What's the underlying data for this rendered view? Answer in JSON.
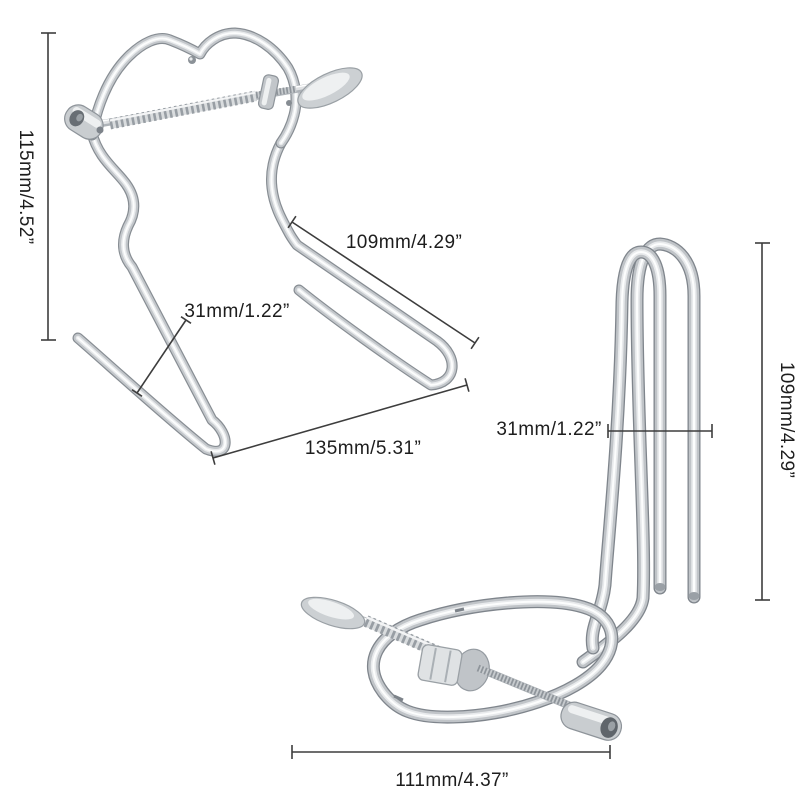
{
  "colors": {
    "background": "#ffffff",
    "dimension_line": "#3d3d3d",
    "label_text": "#1d1d1d",
    "steel_dark": "#878d93",
    "steel_mid": "#c3c7cb",
    "steel_light": "#e8eaec",
    "steel_highlight": "#fcfdfd"
  },
  "labels": {
    "left_height": "115mm/4.52”",
    "left_prong": "109mm/4.29”",
    "left_gap": "31mm/1.22”",
    "left_length": "135mm/5.31”",
    "right_gap": "31mm/1.22”",
    "right_height": "109mm/4.29”",
    "right_length": "111mm/4.37”"
  }
}
